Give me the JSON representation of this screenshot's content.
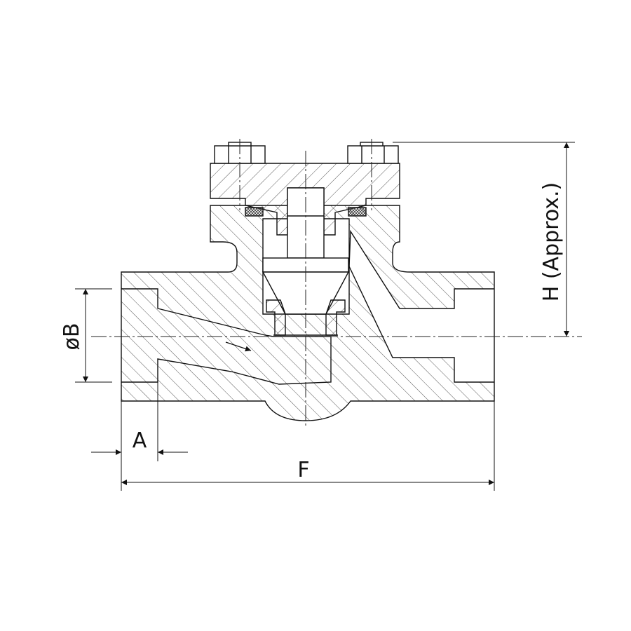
{
  "drawing": {
    "title": "Check valve sectional view",
    "dimensions": {
      "bore_diameter": "øB",
      "socket_depth": "A",
      "face_to_face": "F",
      "height": "H (Approx.)"
    }
  },
  "colors": {
    "line": "#111111",
    "hatch": "#444444",
    "gasket": "#555555"
  }
}
